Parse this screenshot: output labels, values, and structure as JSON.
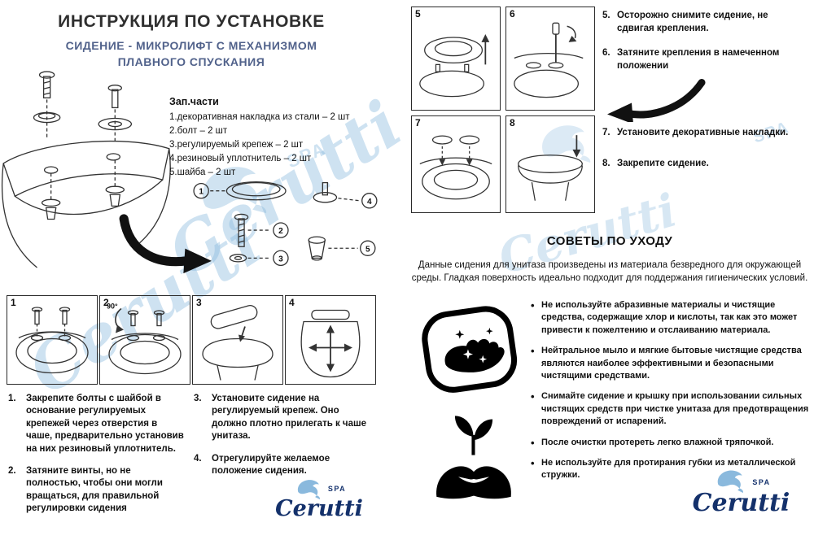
{
  "brand": {
    "name": "Cerutti",
    "sub": "SPA"
  },
  "title": "ИНСТРУКЦИЯ ПО УСТАНОВКЕ",
  "subtitle": {
    "line1": "СИДЕНИЕ - МИКРОЛИФТ С МЕХАНИЗМОМ",
    "line2": "ПЛАВНОГО СПУСКАНИЯ"
  },
  "parts": {
    "heading": "Зап.части",
    "items": [
      "1.декоративная накладка из стали – 2 шт",
      "2.болт – 2 шт",
      "3.регулируемый крепеж – 2 шт",
      "4.резиновый уплотнитель – 2 шт",
      "5.шайба – 2 шт"
    ]
  },
  "callouts": [
    "1",
    "2",
    "3",
    "4",
    "5"
  ],
  "panels": [
    "1",
    "2",
    "3",
    "4",
    "5",
    "6",
    "7",
    "8"
  ],
  "annotations": {
    "angle": "90°"
  },
  "steps_install": [
    {
      "num": "1.",
      "text": "Закрепите болты с шайбой в основание регулируемых крепежей через отверстия в чаше, предварительно установив на них резиновый уплотнитель."
    },
    {
      "num": "2.",
      "text": "Затяните винты, но не полностью, чтобы они могли вращаться, для правильной регулировки сидения"
    },
    {
      "num": "3.",
      "text": "Установите сидение на регулируемый крепеж. Оно должно плотно прилегать к чаше унитаза."
    },
    {
      "num": "4.",
      "text": "Отрегулируйте желаемое положение сидения."
    },
    {
      "num": "5.",
      "text": "Осторожно снимите сидение, не сдвигая крепления."
    },
    {
      "num": "6.",
      "text": "Затяните крепления в намеченном положении"
    },
    {
      "num": "7.",
      "text": "Установите декоративные накладки."
    },
    {
      "num": "8.",
      "text": "Закрепите сидение."
    }
  ],
  "care": {
    "heading": "СОВЕТЫ ПО УХОДУ",
    "intro": "Данные сидения для унитаза произведены из материала безвредного для окружающей среды. Гладкая поверхность идеально подходит для поддержания гигиенических условий.",
    "bullets": [
      "Не используйте абразивные материалы и чистящие средства, содержащие хлор и кислоты, так как это может привести к пожелтению и отслаиванию материала.",
      "Нейтральное мыло и мягкие бытовые чистящие средства являются наиболее эффективными и безопасными чистящими средствами.",
      "Снимайте сидение и крышку при использовании сильных чистящих средств при чистке унитаза для предотвращения повреждений от испарений.",
      "После очистки протереть легко влажной тряпочкой.",
      "Не используйте для протирания губки из металлической стружки."
    ]
  },
  "colors": {
    "accent_blue": "#51628b",
    "brand_navy": "#16336e",
    "watermark_blue": "#8ab9dd"
  }
}
